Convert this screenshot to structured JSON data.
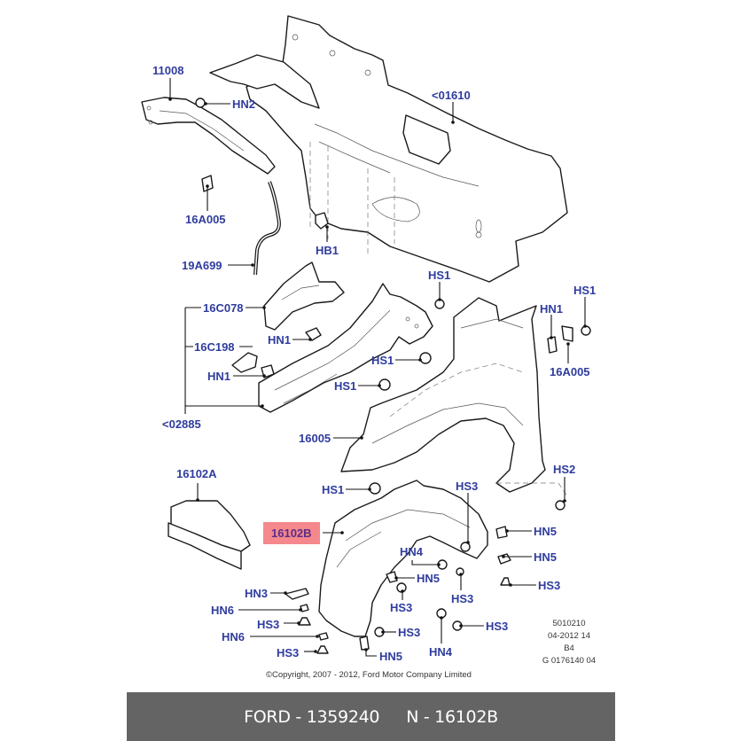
{
  "diagram": {
    "title": "Ford front fender and wheel arch liner exploded parts view",
    "highlight_color": "#f4888c",
    "label_color": "#2f3c9e",
    "callouts": [
      {
        "id": "c11008",
        "text": "11008"
      },
      {
        "id": "cHN2",
        "text": "HN2"
      },
      {
        "id": "c01610",
        "text": "<01610"
      },
      {
        "id": "c16A005a",
        "text": "16A005"
      },
      {
        "id": "cHB1",
        "text": "HB1"
      },
      {
        "id": "c19A699",
        "text": "19A699"
      },
      {
        "id": "cHS1a",
        "text": "HS1"
      },
      {
        "id": "cHS1b",
        "text": "HS1"
      },
      {
        "id": "c16C078",
        "text": "16C078"
      },
      {
        "id": "cHN1a",
        "text": "HN1"
      },
      {
        "id": "cHN1b",
        "text": "HN1"
      },
      {
        "id": "c16C198",
        "text": "16C198"
      },
      {
        "id": "cHN1c",
        "text": "HN1"
      },
      {
        "id": "cHS1c",
        "text": "HS1"
      },
      {
        "id": "cHS1d",
        "text": "HS1"
      },
      {
        "id": "c16A005b",
        "text": "16A005"
      },
      {
        "id": "c02885",
        "text": "<02885"
      },
      {
        "id": "c16005",
        "text": "16005"
      },
      {
        "id": "c16102A",
        "text": "16102A"
      },
      {
        "id": "cHS2",
        "text": "HS2"
      },
      {
        "id": "cHS1e",
        "text": "HS1"
      },
      {
        "id": "cHS3a",
        "text": "HS3"
      },
      {
        "id": "c16102B",
        "text": "16102B",
        "highlighted": true
      },
      {
        "id": "cHN5a",
        "text": "HN5"
      },
      {
        "id": "cHN4a",
        "text": "HN4"
      },
      {
        "id": "cHN5b",
        "text": "HN5"
      },
      {
        "id": "cHN5c",
        "text": "HN5"
      },
      {
        "id": "cHS3b",
        "text": "HS3"
      },
      {
        "id": "cHN3",
        "text": "HN3"
      },
      {
        "id": "cHS3c",
        "text": "HS3"
      },
      {
        "id": "cHS3d",
        "text": "HS3"
      },
      {
        "id": "cHN6a",
        "text": "HN6"
      },
      {
        "id": "cHS3e",
        "text": "HS3"
      },
      {
        "id": "cHS3f",
        "text": "HS3"
      },
      {
        "id": "cHN6b",
        "text": "HN6"
      },
      {
        "id": "cHN4b",
        "text": "HN4"
      },
      {
        "id": "cHS3g",
        "text": "HS3"
      },
      {
        "id": "cHN5d",
        "text": "HN5"
      }
    ],
    "copyright": "©Copyright, 2007 - 2012, Ford Motor Company Limited",
    "reference_codes": [
      "5010210",
      "04-2012 14",
      "B4",
      "G 0176140 04"
    ]
  },
  "bottom_bar": {
    "brand_part": "FORD - 1359240",
    "oem_number": "N - 16102B"
  }
}
